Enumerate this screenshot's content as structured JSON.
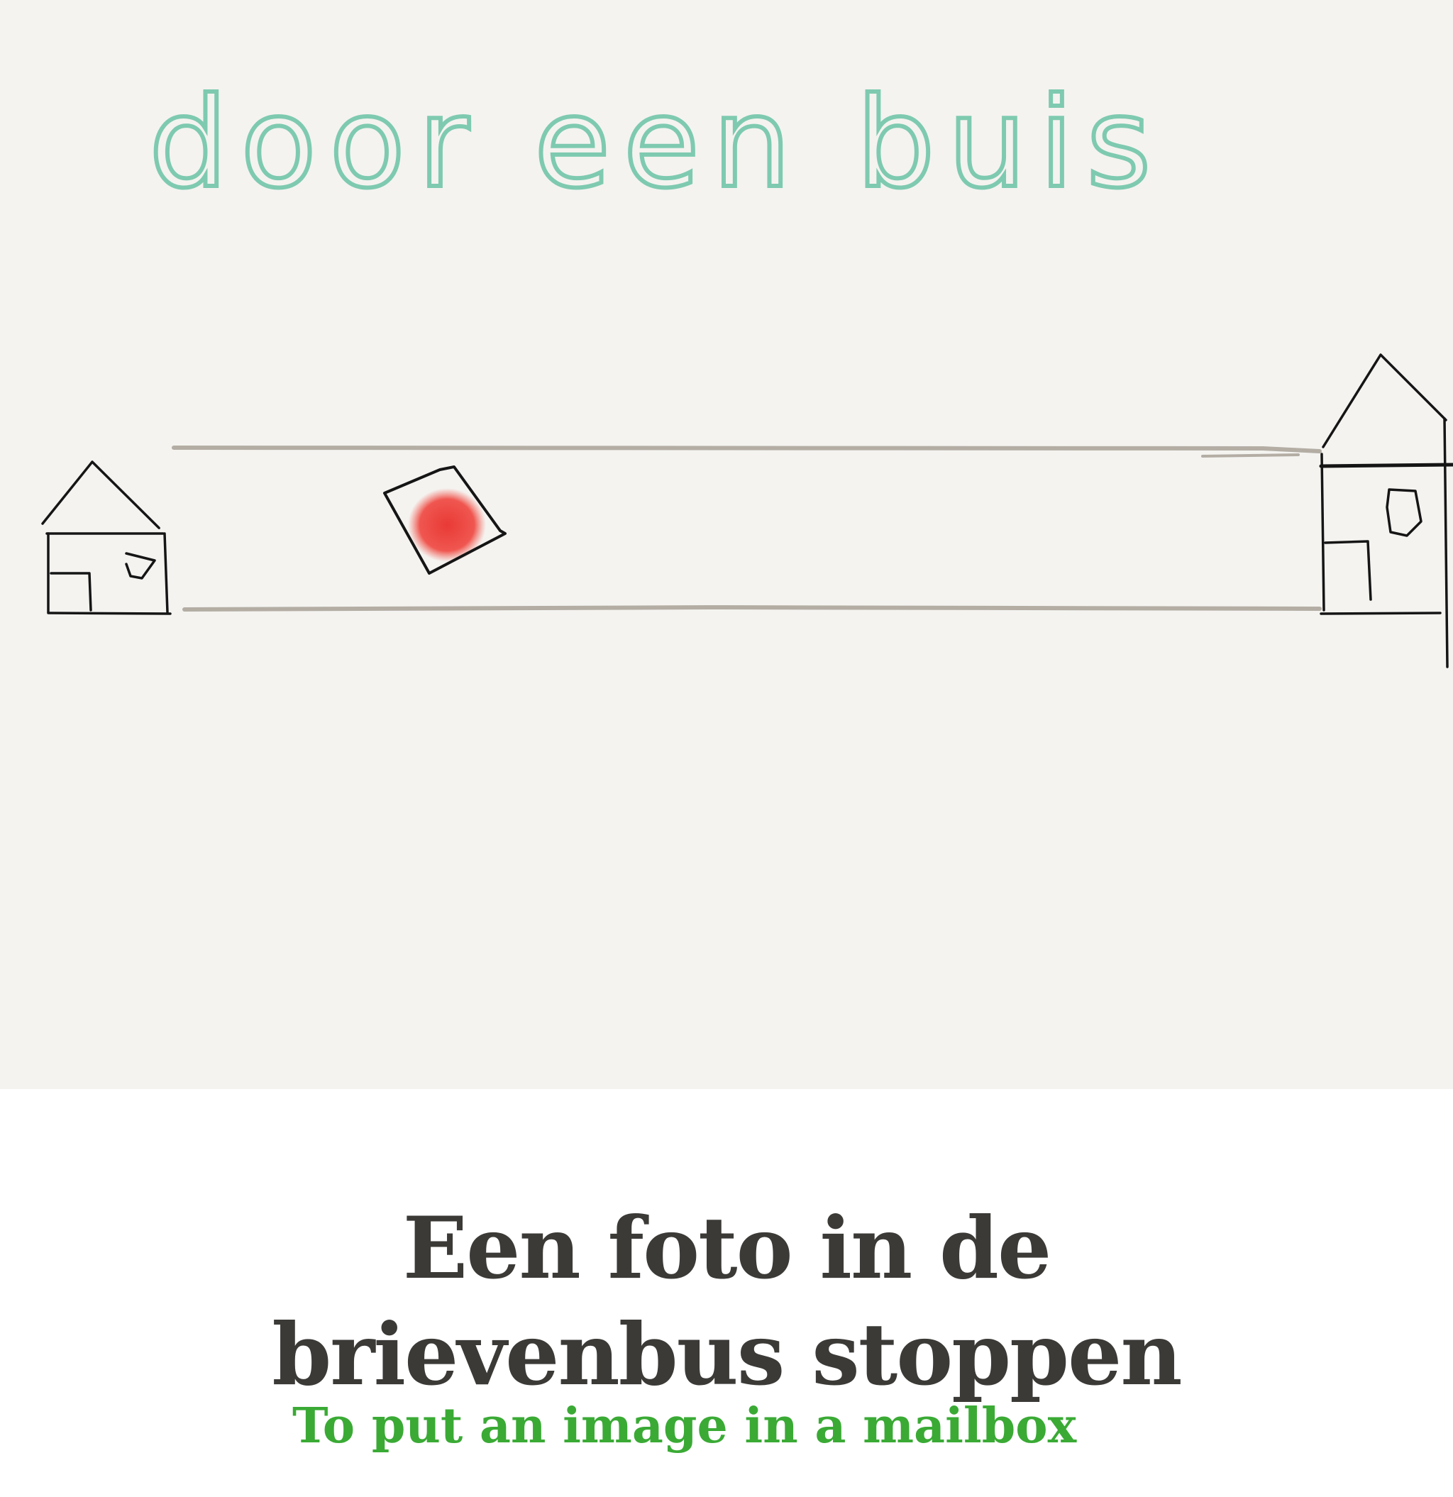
{
  "sketch": {
    "handwritten_text": "door een buis",
    "colors": {
      "background": "#f4f3f0",
      "handwriting": "#7ecab0",
      "ink": "#111111",
      "tube": "#b3ada4",
      "photo_dot": "#e8302c"
    },
    "elements": [
      "house-small-icon",
      "house-tall-icon",
      "tube",
      "photo-icon"
    ]
  },
  "caption": {
    "title": "Een foto in de brievenbus stoppen",
    "subtitle": "To put an image in a mailbox",
    "colors": {
      "title": "#3b3a37",
      "subtitle": "#3aaa35"
    }
  }
}
